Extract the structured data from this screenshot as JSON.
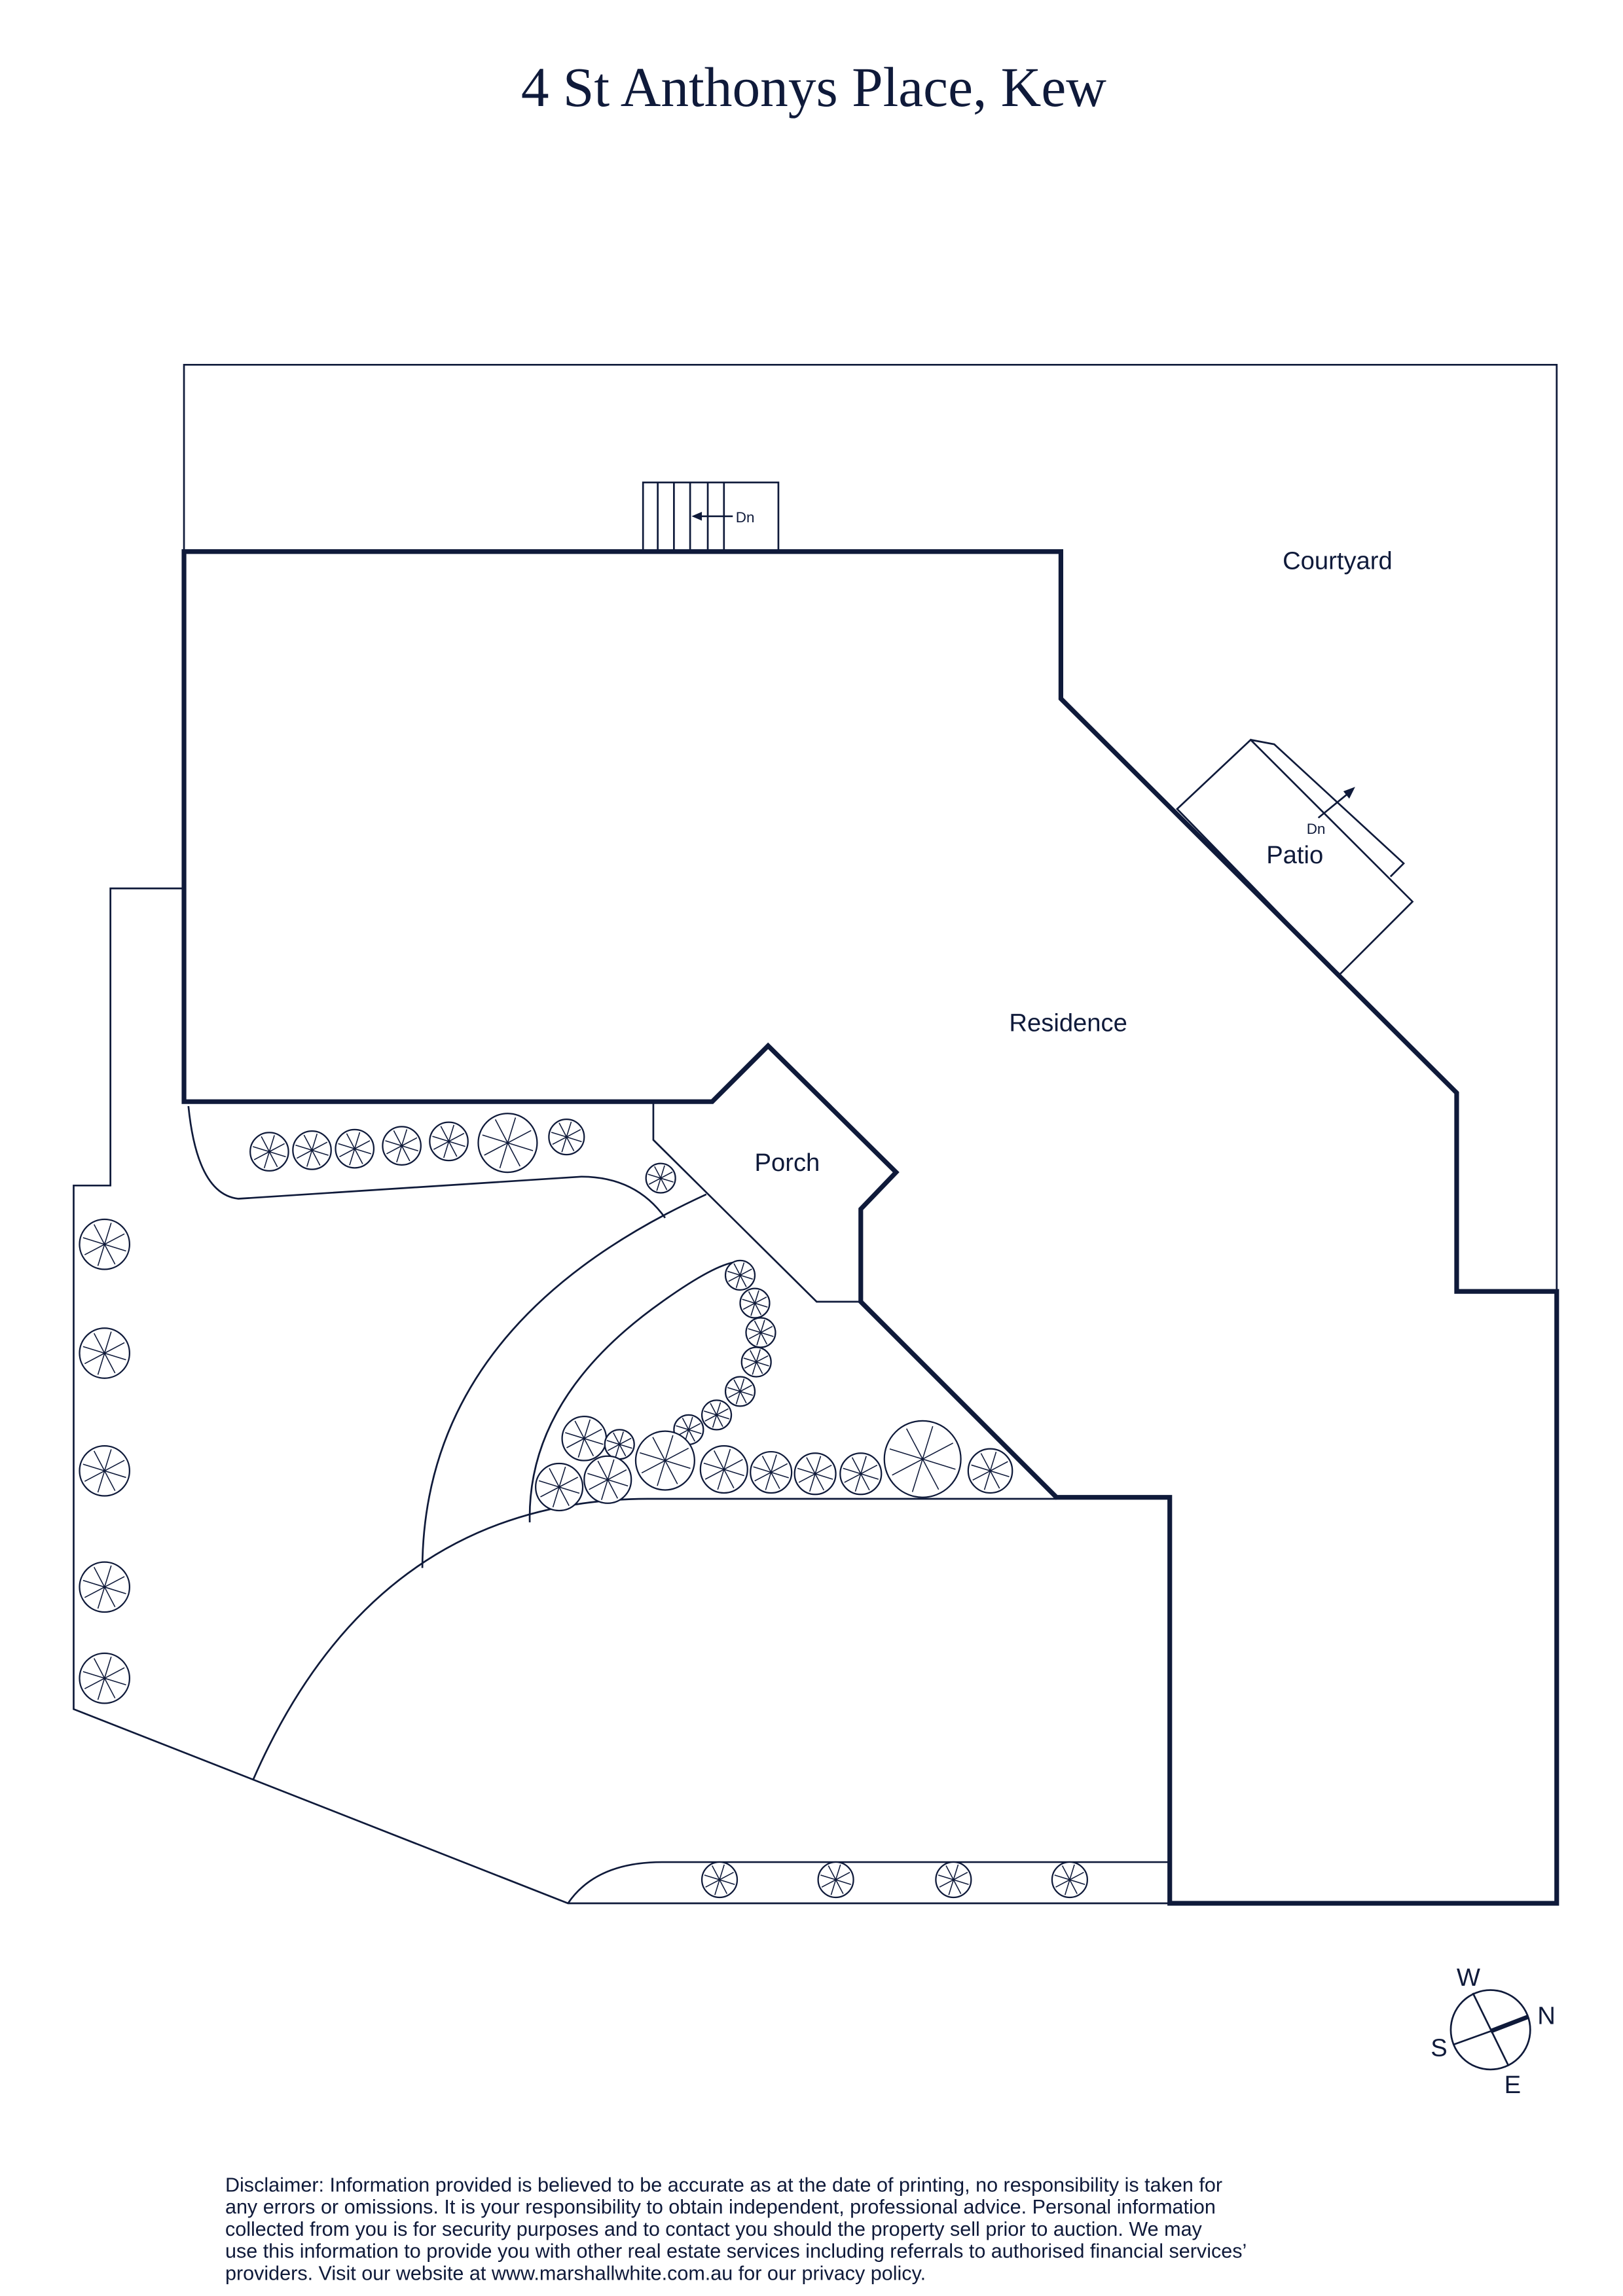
{
  "title": "4 St Anthonys Place, Kew",
  "rooms": {
    "courtyard": "Courtyard",
    "patio": "Patio",
    "residence": "Residence",
    "porch": "Porch"
  },
  "stairs": {
    "top_label": "Dn",
    "patio_label": "Dn"
  },
  "compass": {
    "n": "N",
    "s": "S",
    "e": "E",
    "w": "W"
  },
  "disclaimer": [
    "Disclaimer: Information provided is believed to be accurate as at the date of printing, no responsibility is taken for",
    "any errors or omissions. It is your responsibility to obtain independent, professional advice. Personal information",
    "collected from you is for security purposes and to contact you should the property sell prior to auction. We may",
    "use this information to provide you with other real estate services including referrals to authorised financial services’",
    "providers. Visit our website at www.marshallwhite.com.au for our privacy policy."
  ],
  "colors": {
    "ink": "#0f1a3a",
    "background": "#ffffff"
  }
}
